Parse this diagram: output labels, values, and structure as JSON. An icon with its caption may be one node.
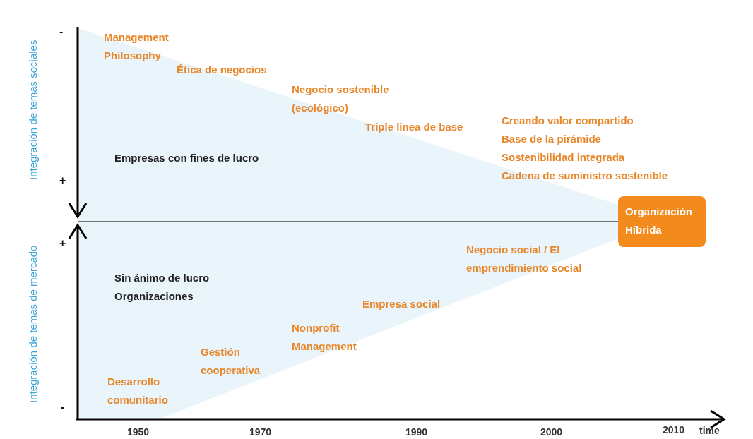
{
  "diagram": {
    "nodes": [
      {
        "text": [
          "Organización Híbrida"
        ]
      }
    ],
    "labels": [
      "Integración de temas sociales",
      "-",
      "Management Philosophy",
      "Ética de negocios",
      "Negocio sostenible (ecológico)",
      "Creando valor compartido",
      "Triple linea de base",
      "Base de la pirámide",
      "Empresas con fines de lucro",
      "Sostenibilidad integrada",
      "Cadena de suministro sostenible",
      "+",
      "+",
      "Integración de temas de mercado",
      "Negocio social / El emprendimiento social",
      "Sin ánimo de lucro Organizaciones",
      "Empresa social",
      "Nonprofit Management",
      "Gestión cooperativa",
      "Desarrollo comunitario",
      "-",
      "1950",
      "1970",
      "1990",
      "2000",
      "2010",
      "time"
    ]
  }
}
